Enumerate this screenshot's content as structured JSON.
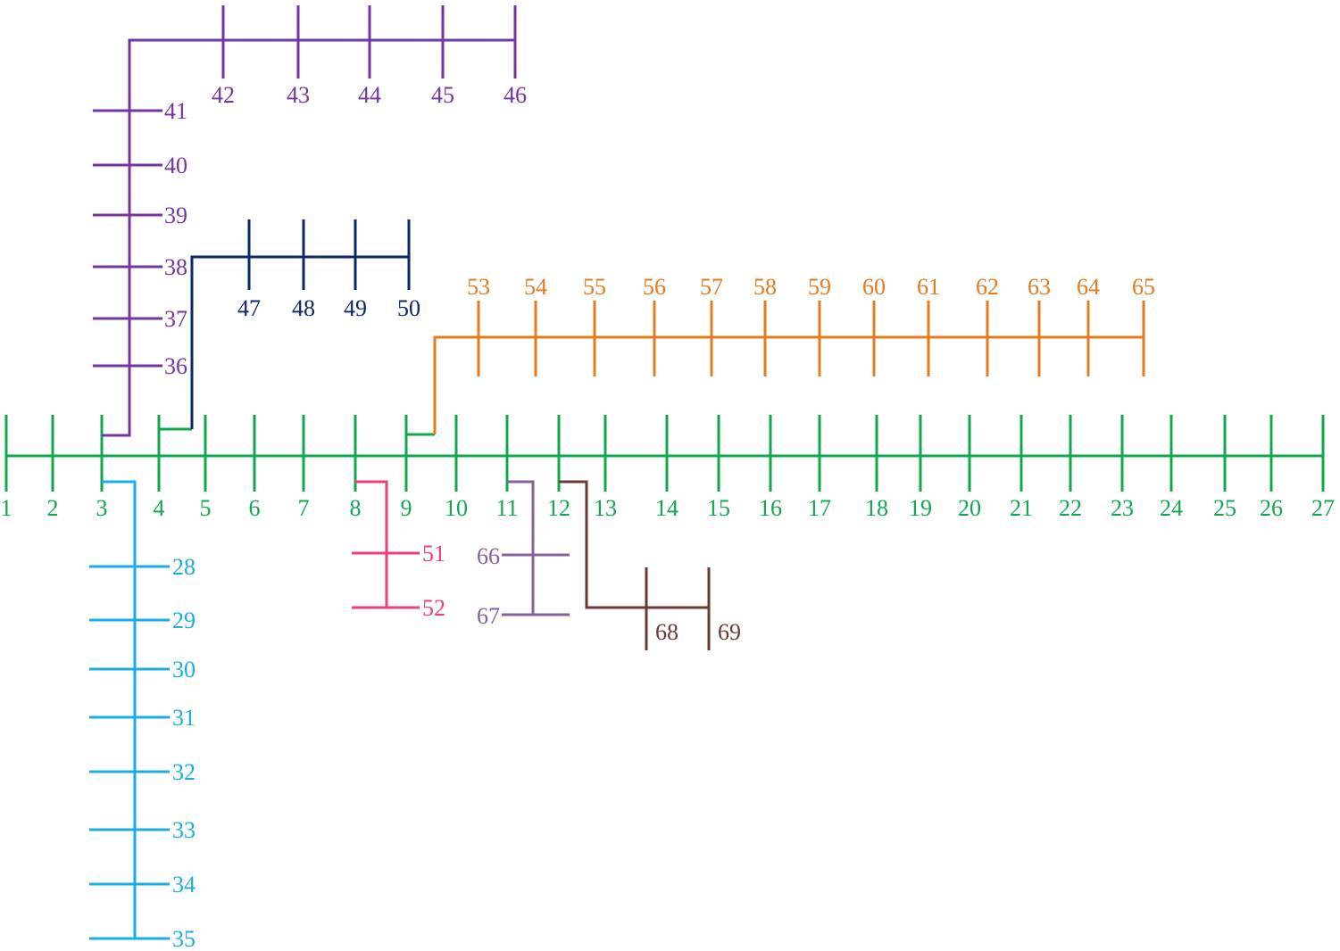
{
  "colors": {
    "main": "#0fa84e",
    "branch_3_28": "#1aace3",
    "branch_3_36": "#7335a0",
    "branch_4_47": "#0d2868",
    "branch_8_51": "#ee3e7d",
    "branch_9_53": "#e57a1f",
    "branch_11_66": "#84629e",
    "branch_12_68": "#6a3a32"
  },
  "buses": {
    "main": [
      "1",
      "2",
      "3",
      "4",
      "5",
      "6",
      "7",
      "8",
      "9",
      "10",
      "11",
      "12",
      "13",
      "14",
      "15",
      "16",
      "17",
      "18",
      "19",
      "20",
      "21",
      "22",
      "23",
      "24",
      "25",
      "26",
      "27"
    ],
    "branch_3_28": [
      "28",
      "29",
      "30",
      "31",
      "32",
      "33",
      "34",
      "35"
    ],
    "branch_3_36": [
      "36",
      "37",
      "38",
      "39",
      "40",
      "41"
    ],
    "branch_41_42": [
      "42",
      "43",
      "44",
      "45",
      "46"
    ],
    "branch_4_47": [
      "47",
      "48",
      "49",
      "50"
    ],
    "branch_8_51": [
      "51",
      "52"
    ],
    "branch_9_53": [
      "53",
      "54",
      "55",
      "56",
      "57",
      "58",
      "59",
      "60",
      "61",
      "62",
      "63",
      "64",
      "65"
    ],
    "branch_11_66": [
      "66",
      "67"
    ],
    "branch_12_68": [
      "68",
      "69"
    ]
  }
}
